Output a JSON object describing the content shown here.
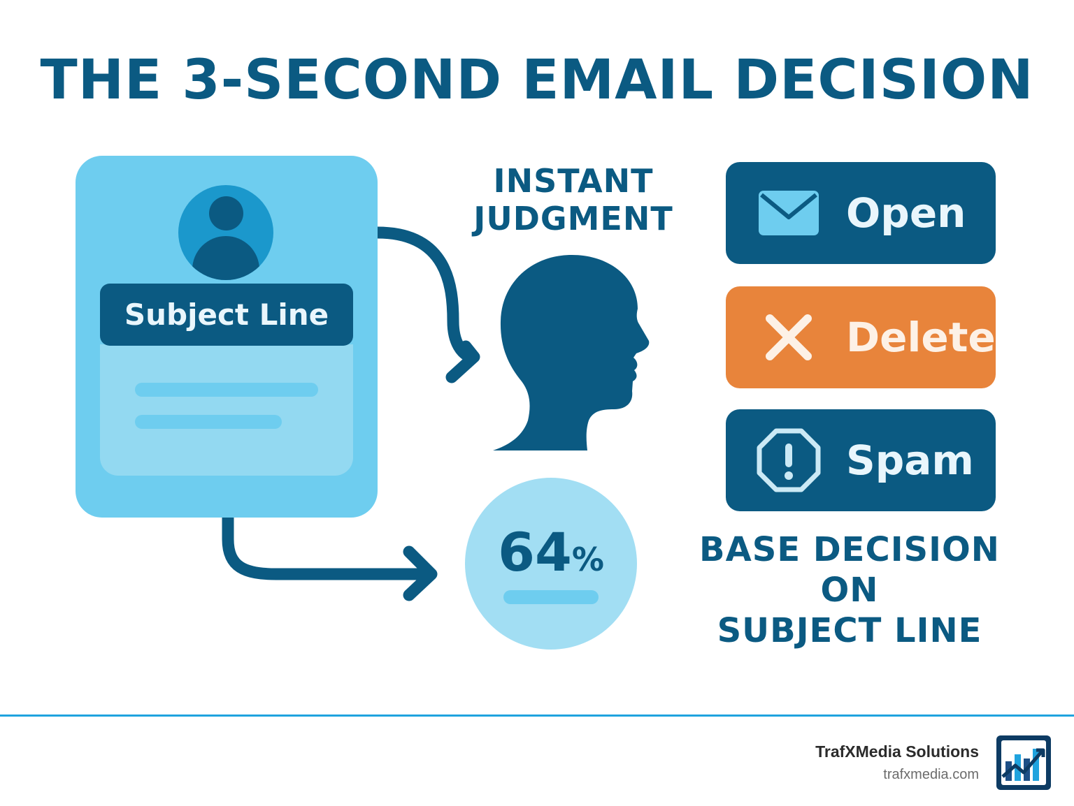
{
  "title": "THE 3-SECOND EMAIL DECISION",
  "email_card": {
    "subject_label": "Subject Line"
  },
  "judgment": {
    "line1": "INSTANT",
    "line2": "JUDGMENT"
  },
  "decisions": [
    {
      "label": "Open",
      "icon": "envelope-icon",
      "color": "#0b5a82"
    },
    {
      "label": "Delete",
      "icon": "x-icon",
      "color": "#e8843b"
    },
    {
      "label": "Spam",
      "icon": "warning-octagon-icon",
      "color": "#0b5a82"
    }
  ],
  "stat": {
    "value": "64",
    "unit": "%"
  },
  "base_decision": {
    "line1": "BASE DECISION ON",
    "line2": "SUBJECT LINE"
  },
  "footer": {
    "brand_name": "TrafXMedia Solutions",
    "brand_url": "trafxmedia.com"
  },
  "colors": {
    "primary": "#0b5a82",
    "light_blue": "#6ecdef",
    "orange": "#e8843b",
    "divider": "#1fa3de"
  }
}
